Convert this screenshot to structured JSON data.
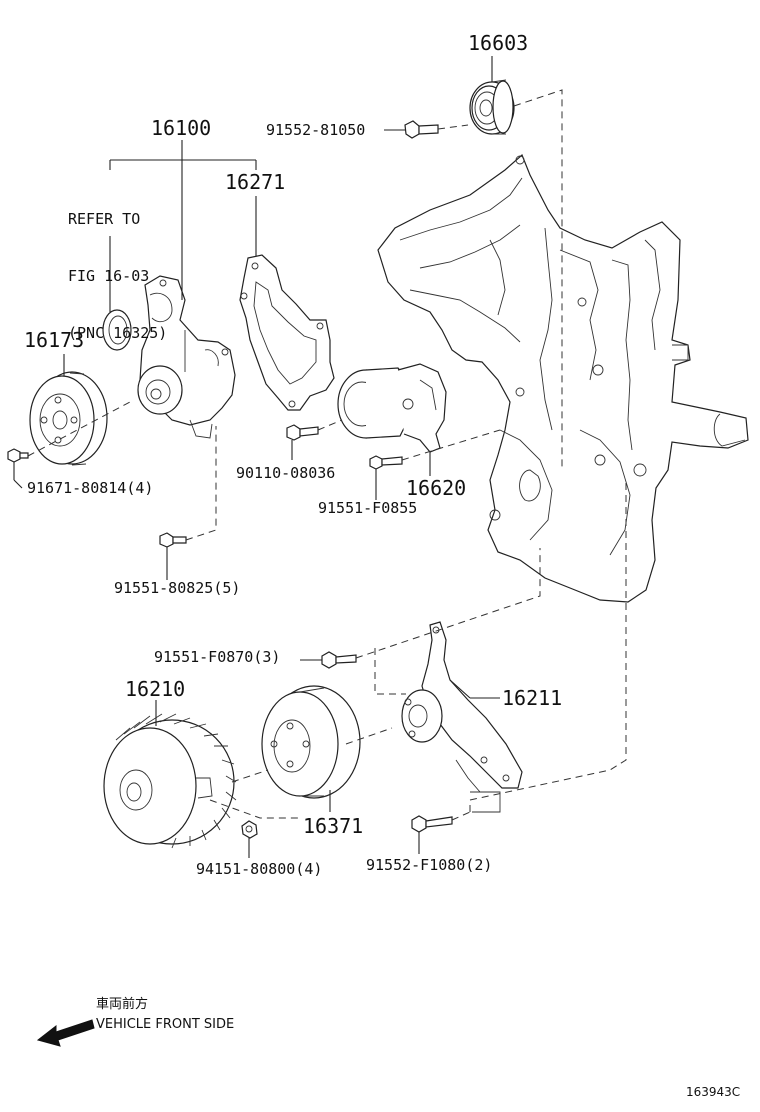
{
  "labels": {
    "p16603": "16603",
    "b91552_81050": "91552-81050",
    "p16100": "16100",
    "ref_line1": "REFER TO",
    "ref_line2": "FIG 16-03",
    "ref_line3": "(PNC 16325)",
    "p16271": "16271",
    "p16173": "16173",
    "b90110_08036": "90110-08036",
    "p16620": "16620",
    "b91671_80814": "91671-80814(4)",
    "b91551_F0855": "91551-F0855",
    "b91551_80825": "91551-80825(5)",
    "b91551_F0870": "91551-F0870(3)",
    "p16210": "16210",
    "p16211": "16211",
    "p16371": "16371",
    "b94151_80800": "94151-80800(4)",
    "b91552_F1080": "91552-F1080(2)"
  },
  "footer": {
    "direction_jp": "車両前方",
    "direction_en": "VEHICLE FRONT SIDE",
    "figure_code": "163943C"
  },
  "icons": {
    "direction_arrow": "arrow-left-down-icon"
  },
  "colors": {
    "line": "#222222",
    "background": "#ffffff"
  }
}
